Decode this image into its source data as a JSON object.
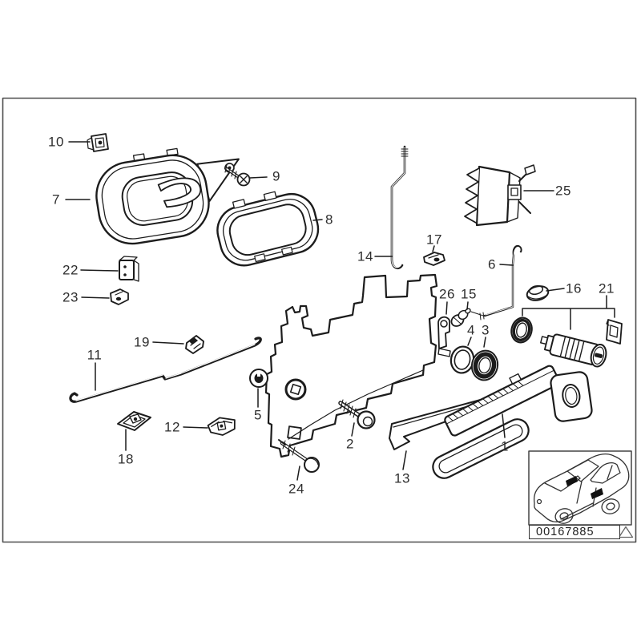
{
  "diagram": {
    "drawing_number": "00167885",
    "line_color": "#1c1c1c",
    "frame_color": "#4d4d4d",
    "background": "#ffffff"
  },
  "callouts": [
    {
      "n": "1"
    },
    {
      "n": "2"
    },
    {
      "n": "3"
    },
    {
      "n": "4"
    },
    {
      "n": "5"
    },
    {
      "n": "6"
    },
    {
      "n": "7"
    },
    {
      "n": "8"
    },
    {
      "n": "9"
    },
    {
      "n": "10"
    },
    {
      "n": "11"
    },
    {
      "n": "12"
    },
    {
      "n": "13"
    },
    {
      "n": "14"
    },
    {
      "n": "15"
    },
    {
      "n": "16"
    },
    {
      "n": "17"
    },
    {
      "n": "18"
    },
    {
      "n": "19"
    },
    {
      "n": "21"
    },
    {
      "n": "22"
    },
    {
      "n": "23"
    },
    {
      "n": "24"
    },
    {
      "n": "25"
    },
    {
      "n": "26"
    }
  ]
}
